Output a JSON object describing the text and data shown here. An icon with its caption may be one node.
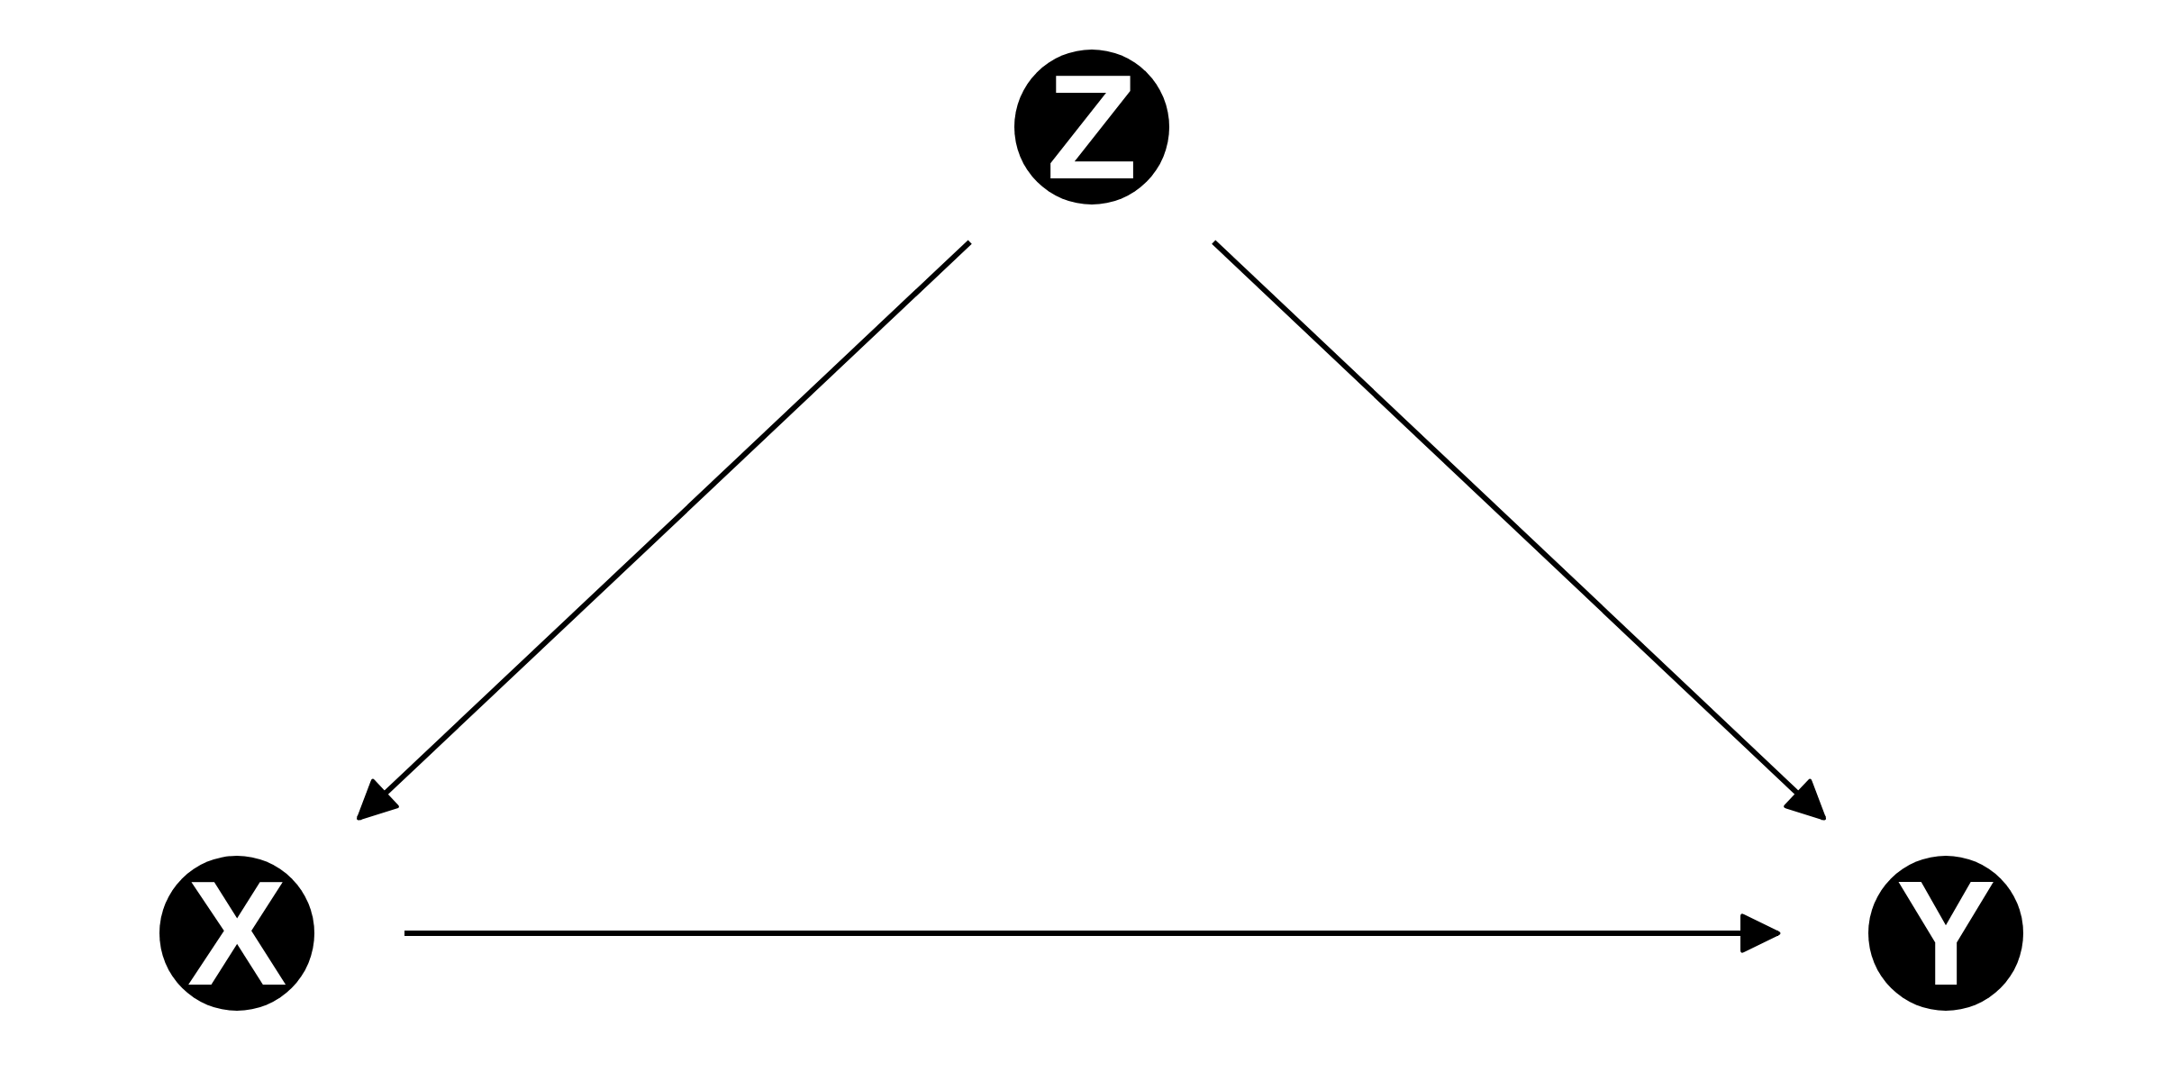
{
  "diagram": {
    "nodes": [
      {
        "text": [
          "Z"
        ]
      },
      {
        "text": [
          "X"
        ]
      },
      {
        "text": [
          "Y"
        ]
      }
    ],
    "edges": [
      {
        "from": 0,
        "to": 1,
        "arrow": "to"
      },
      {
        "from": 0,
        "to": 2,
        "arrow": "to"
      },
      {
        "from": 1,
        "to": 2,
        "arrow": "to"
      }
    ]
  }
}
